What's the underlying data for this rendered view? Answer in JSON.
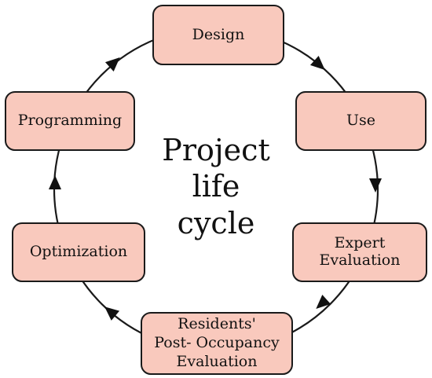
{
  "diagram": {
    "center_title": "Project\nlife\ncycle",
    "nodes": {
      "design": "Design",
      "use": "Use",
      "expert_evaluation": "Expert\nEvaluation",
      "residents_evaluation": "Residents'\nPost- Occupancy\nEvaluation",
      "optimization": "Optimization",
      "programming": "Programming"
    },
    "colors": {
      "node_fill": "#f9c9bd",
      "stroke": "#1a1a1a"
    }
  }
}
